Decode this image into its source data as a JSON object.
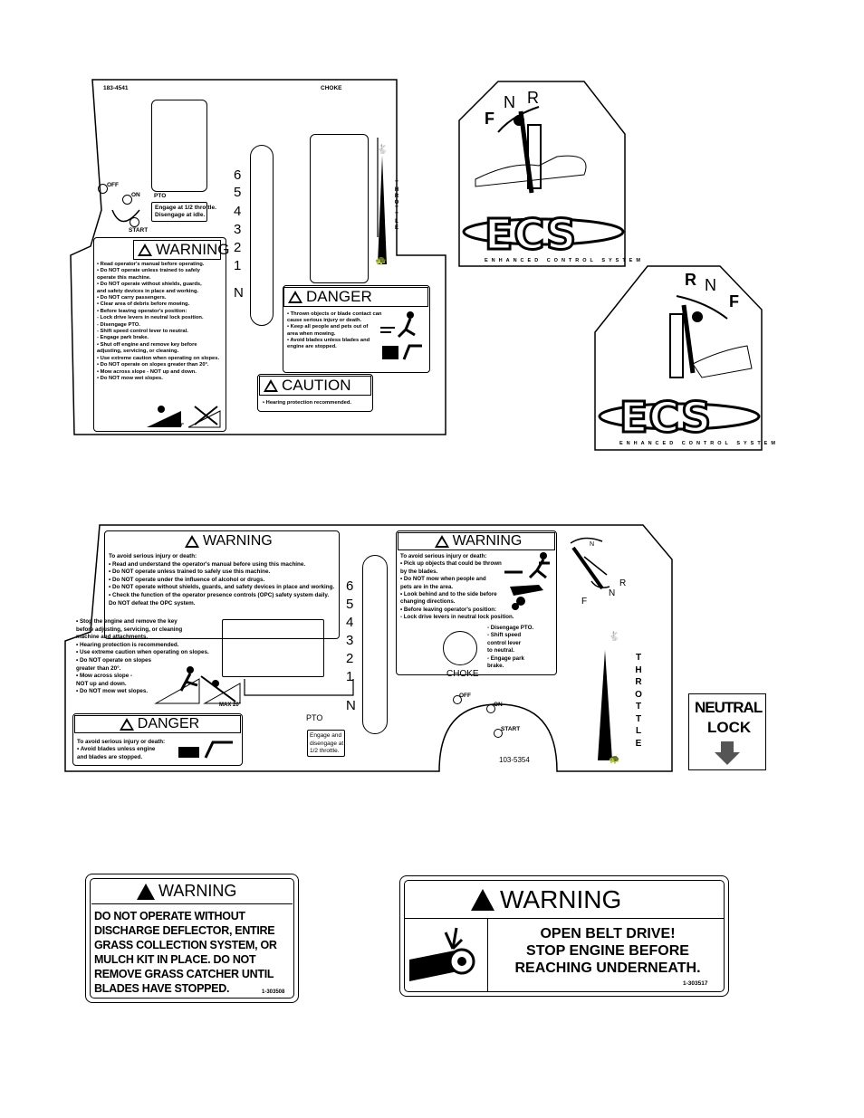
{
  "decal_a": {
    "part_no": "183-4541",
    "choke": "CHOKE",
    "off": "OFF",
    "on": "ON",
    "start": "START",
    "pto": "PTO",
    "pto_note": [
      "Engage at 1/2 throttle.",
      "Disengage at idle."
    ],
    "speeds": [
      "6",
      "5",
      "4",
      "3",
      "2",
      "1",
      "N"
    ],
    "throttle": [
      "T",
      "H",
      "R",
      "O",
      "T",
      "T",
      "L",
      "E"
    ],
    "warning_title": "WARNING",
    "warning_lines": [
      "• Read operator's manual before operating.",
      "• Do NOT operate unless trained to safely",
      "  operate this machine.",
      "• Do NOT operate without shields, guards,",
      "  and safety devices in place and working.",
      "• Do NOT carry passengers.",
      "• Clear area of debris before mowing.",
      "• Before leaving operator's position:",
      "    - Lock drive levers in neutral lock position.",
      "    - Disengage PTO.",
      "    - Shift speed control lever to neutral.",
      "    - Engage park brake.",
      "• Shut off engine and remove key before",
      "  adjusting, servicing, or cleaning.",
      "• Use extreme caution when operating on slopes.",
      "  • Do NOT operate on slopes greater than 20°.",
      "    • Mow across slope - NOT up and down.",
      "      • Do NOT mow wet slopes."
    ],
    "max": "MAX 20°",
    "danger_title": "DANGER",
    "danger_lines": [
      "• Thrown objects or blade contact can",
      "  cause serious injury or death.",
      "• Keep all people and pets out of",
      "  area when mowing.",
      "• Avoid blades unless blades and",
      "  engine are stopped."
    ],
    "caution_title": "CAUTION",
    "caution_line": "• Hearing protection recommended."
  },
  "ecs_a": {
    "f": "F",
    "n": "N",
    "r": "R",
    "logo": "ECS",
    "sub": "ENHANCED CONTROL SYSTEM"
  },
  "ecs_b": {
    "f": "F",
    "n": "N",
    "r": "R",
    "logo": "ECS",
    "sub": "ENHANCED CONTROL SYSTEM"
  },
  "decal_b": {
    "warning1_title": "WARNING",
    "warning1_lines": [
      "To avoid serious injury or death:",
      "• Read and understand the operator's manual before using this machine.",
      "• Do NOT operate unless trained to safely use this machine.",
      "• Do NOT operate under the influence of alcohol or drugs.",
      "• Do NOT operate without shields, guards, and safety devices in place and working.",
      "• Check the function of the operator presence controls (OPC) safety system daily.",
      "  Do NOT defeat the OPC system.",
      "• Stop the engine and remove the key",
      "  before adjusting, servicing, or cleaning",
      "  machine and attachments.",
      "• Hearing protection is recommended.",
      "• Use extreme caution when operating on slopes.",
      "• Do NOT operate on slopes",
      "  greater than 20°.",
      "• Mow across slope -",
      "  NOT up and down.",
      "• Do NOT mow wet slopes."
    ],
    "max": "MAX 20°",
    "warning2_title": "WARNING",
    "warning2_lines": [
      "To avoid serious injury or death:",
      "• Pick up objects that could be thrown",
      "  by the blades.",
      "• Do NOT mow when people and",
      "  pets are in the area.",
      "• Look behind and to the side before",
      "  changing directions.",
      "• Before leaving operator's position:",
      "  - Lock drive levers in neutral lock position."
    ],
    "leave_lines": [
      "- Disengage PTO.",
      "- Shift speed",
      "  control lever",
      "  to neutral.",
      "- Engage park",
      "  brake."
    ],
    "speeds": [
      "6",
      "5",
      "4",
      "3",
      "2",
      "1",
      "N"
    ],
    "choke": "CHOKE",
    "off": "OFF",
    "on": "ON",
    "start": "START",
    "pto": "PTO",
    "pto_note": [
      "Engage and",
      "disengage at",
      "1/2 throttle."
    ],
    "part_no": "103-5354",
    "throttle": [
      "T",
      "H",
      "R",
      "O",
      "T",
      "T",
      "L",
      "E"
    ],
    "danger_title": "DANGER",
    "danger_lines": [
      "To avoid serious injury or death:",
      "• Avoid blades unless engine",
      "  and blades are stopped."
    ],
    "ecs_letters": {
      "n": "N",
      "r": "R",
      "f": "F",
      "nb": "N"
    }
  },
  "neutral_lock": {
    "line1": "NEUTRAL",
    "line2": "LOCK"
  },
  "decal_c": {
    "title": "WARNING",
    "lines": [
      "DO NOT OPERATE WITHOUT",
      "DISCHARGE DEFLECTOR, ENTIRE",
      "GRASS COLLECTION SYSTEM, OR",
      "MULCH KIT IN PLACE.  DO NOT",
      "REMOVE GRASS CATCHER UNTIL",
      "BLADES HAVE STOPPED."
    ],
    "part_no": "1-303508"
  },
  "decal_d": {
    "title": "WARNING",
    "lines": [
      "OPEN BELT DRIVE!",
      "STOP ENGINE BEFORE",
      "REACHING UNDERNEATH."
    ],
    "part_no": "1-303517"
  }
}
